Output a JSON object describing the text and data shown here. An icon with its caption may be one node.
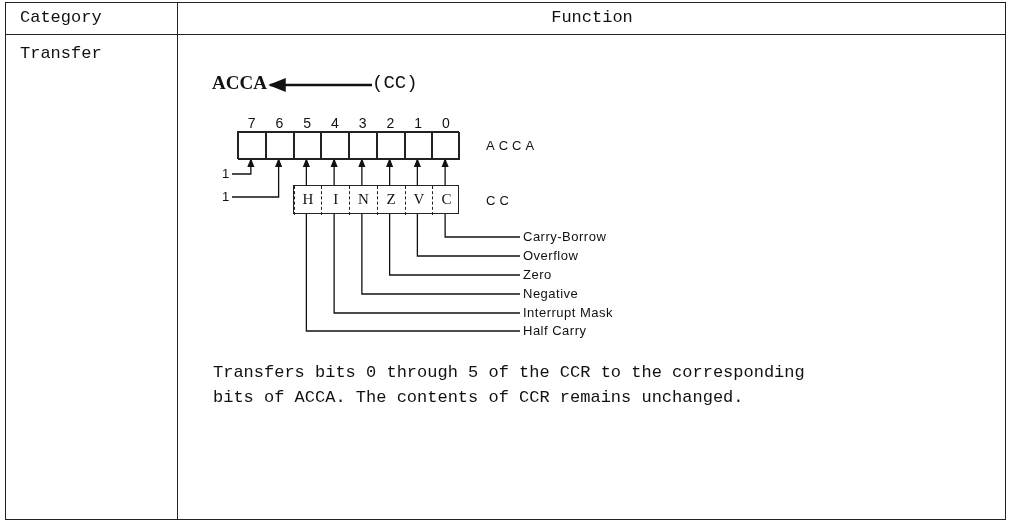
{
  "diagram": {
    "nodes": [
      {
        "text": [
          "ACCA"
        ]
      },
      {
        "text": [
          "(CC)"
        ]
      },
      {
        "text": [],
        "shape": "box",
        "beside": [
          "ACCA"
        ]
      },
      {
        "text": [],
        "shape": "box",
        "in": 2,
        "beside": [
          "7"
        ]
      },
      {
        "text": [],
        "shape": "box",
        "in": 2,
        "beside": [
          "6"
        ]
      },
      {
        "text": [],
        "shape": "box",
        "in": 2,
        "beside": [
          "5"
        ]
      },
      {
        "text": [],
        "shape": "box",
        "in": 2,
        "beside": [
          "4"
        ]
      },
      {
        "text": [],
        "shape": "box",
        "in": 2,
        "beside": [
          "3"
        ]
      },
      {
        "text": [],
        "shape": "box",
        "in": 2,
        "beside": [
          "2"
        ]
      },
      {
        "text": [],
        "shape": "box",
        "in": 2,
        "beside": [
          "1"
        ]
      },
      {
        "text": [],
        "shape": "box",
        "in": 2,
        "beside": [
          "0"
        ]
      },
      {
        "text": [
          "1"
        ]
      },
      {
        "text": [
          "1"
        ]
      },
      {
        "text": [],
        "shape": "box",
        "beside": [
          "CC"
        ]
      },
      {
        "text": [
          "H"
        ],
        "in": 13
      },
      {
        "text": [
          "I"
        ],
        "in": 13
      },
      {
        "text": [
          "N"
        ],
        "in": 13
      },
      {
        "text": [
          "Z"
        ],
        "in": 13
      },
      {
        "text": [
          "V"
        ],
        "in": 13
      },
      {
        "text": [
          "C"
        ],
        "in": 13
      },
      {
        "text": [
          "Carry-Borrow"
        ]
      },
      {
        "text": [
          "Overflow"
        ]
      },
      {
        "text": [
          "Zero"
        ]
      },
      {
        "text": [
          "Negative"
        ]
      },
      {
        "text": [
          "Interrupt Mask"
        ]
      },
      {
        "text": [
          "Half Carry"
        ]
      }
    ],
    "edges": [
      {
        "from": 1,
        "to": 0,
        "arrow": "to"
      },
      {
        "from": 11,
        "to": 3,
        "arrow": "to"
      },
      {
        "from": 12,
        "to": 4,
        "arrow": "to"
      },
      {
        "from": 14,
        "to": 5,
        "arrow": "to"
      },
      {
        "from": 15,
        "to": 6,
        "arrow": "to"
      },
      {
        "from": 16,
        "to": 7,
        "arrow": "to"
      },
      {
        "from": 17,
        "to": 8,
        "arrow": "to"
      },
      {
        "from": 18,
        "to": 9,
        "arrow": "to"
      },
      {
        "from": 19,
        "to": 10,
        "arrow": "to"
      },
      {
        "from": 19,
        "to": 20,
        "arrow": "none"
      },
      {
        "from": 18,
        "to": 21,
        "arrow": "none"
      },
      {
        "from": 17,
        "to": 22,
        "arrow": "none"
      },
      {
        "from": 16,
        "to": 23,
        "arrow": "none"
      },
      {
        "from": 15,
        "to": 24,
        "arrow": "none"
      },
      {
        "from": 14,
        "to": 25,
        "arrow": "none"
      }
    ],
    "labels": [
      "Category",
      "Function",
      "Transfer",
      "Transfers bits 0 through 5 of the CCR to the corresponding bits of ACCA. The contents of CCR remains unchanged."
    ]
  }
}
